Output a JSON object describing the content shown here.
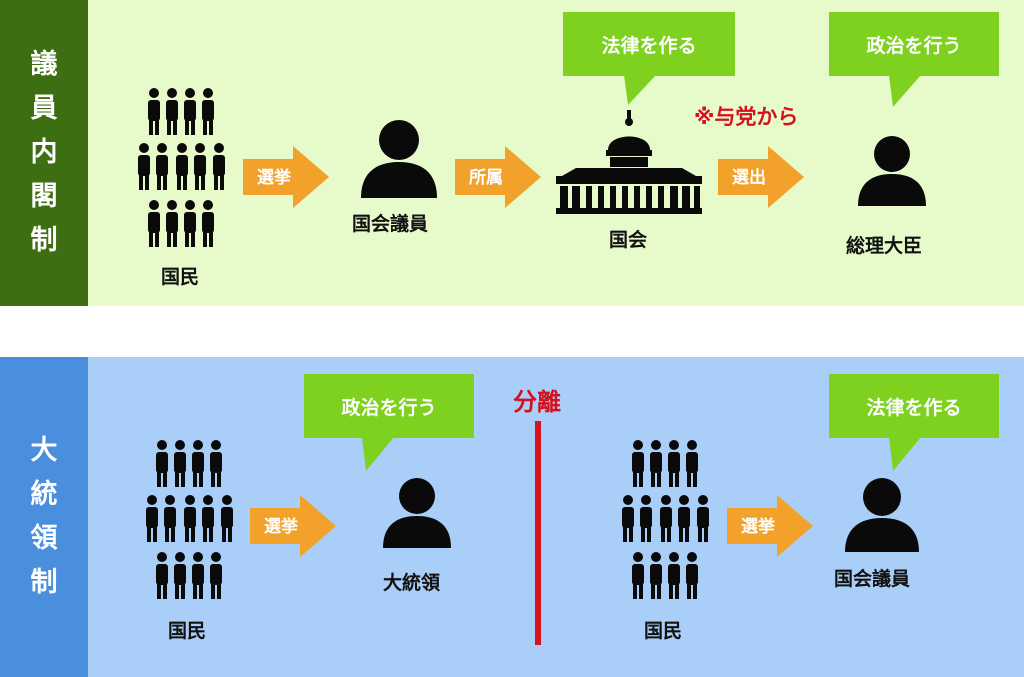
{
  "colors": {
    "top_band": "#e6fbc9",
    "top_side": "#3d6e12",
    "bottom_band": "#a9cff8",
    "bottom_side": "#4a8ede",
    "arrow": "#f2a12b",
    "bubble": "#7ed11f",
    "accent_red": "#d6101f",
    "silhouette": "#0a0a0a"
  },
  "top": {
    "side_title": [
      "議",
      "員",
      "内",
      "閣",
      "制"
    ],
    "people_label": "国民",
    "arrow1": "選挙",
    "member_label": "国会議員",
    "arrow2": "所属",
    "diet_label": "国会",
    "diet_bubble": "法律を作る",
    "note": "※与党から",
    "arrow3": "選出",
    "pm_label": "総理大臣",
    "pm_bubble": "政治を行う"
  },
  "bottom": {
    "side_title": [
      "大",
      "統",
      "領",
      "制"
    ],
    "people_label_left": "国民",
    "arrow_left": "選挙",
    "president_label": "大統領",
    "president_bubble": "政治を行う",
    "separation": "分離",
    "people_label_right": "国民",
    "arrow_right": "選挙",
    "member_label": "国会議員",
    "member_bubble": "法律を作る"
  }
}
